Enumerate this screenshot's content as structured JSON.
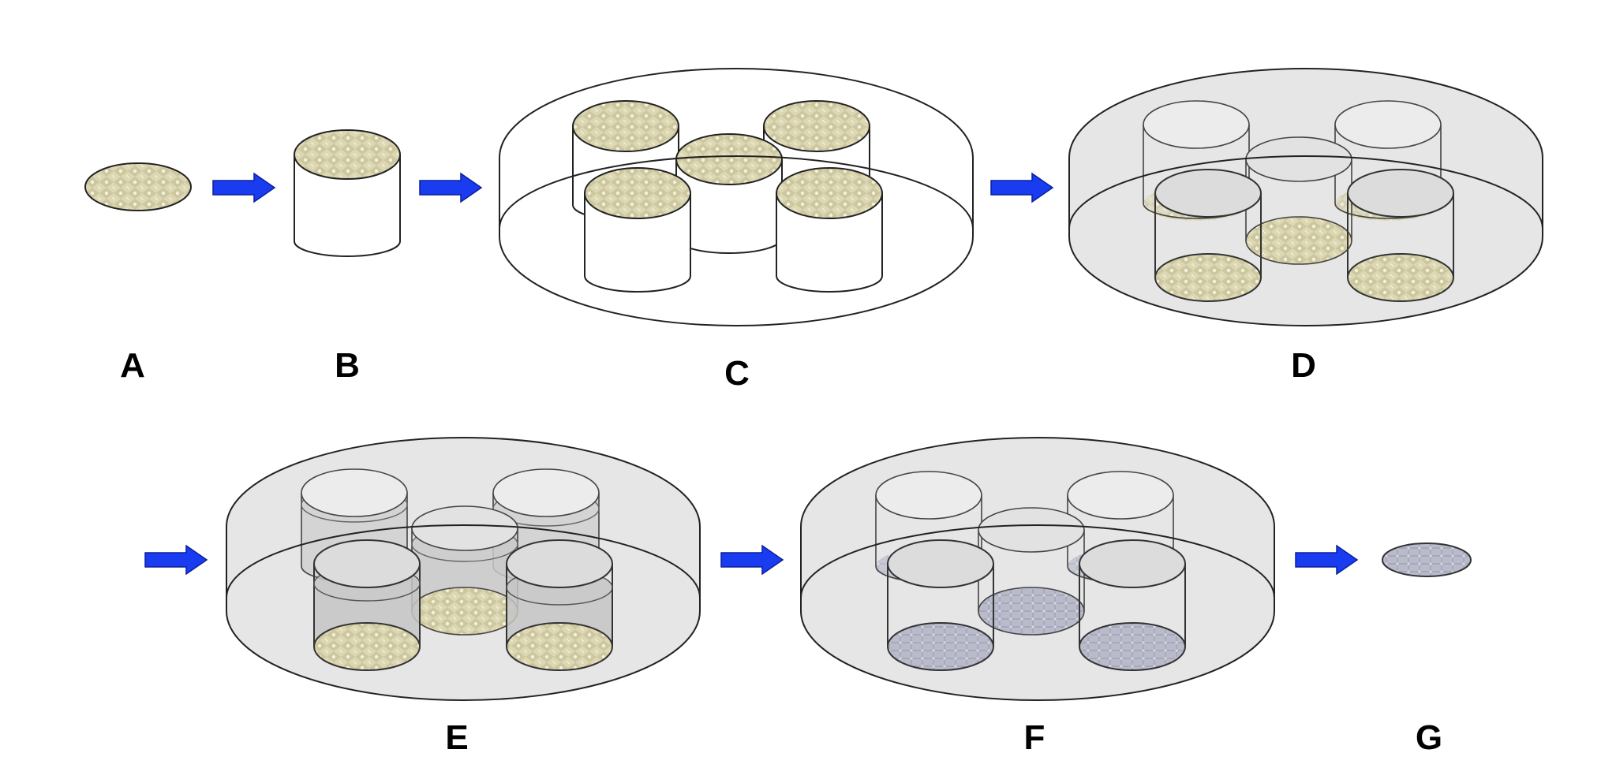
{
  "labels": {
    "A": "A",
    "B": "B",
    "C": "C",
    "D": "D",
    "E": "E",
    "F": "F",
    "G": "G"
  },
  "colors": {
    "arrow": "#1a3cf0",
    "tan_mesh": "#ddd8b4",
    "grey_mesh": "#b9bbcb",
    "liquid": "#d6d6d6",
    "outline": "#222222"
  }
}
